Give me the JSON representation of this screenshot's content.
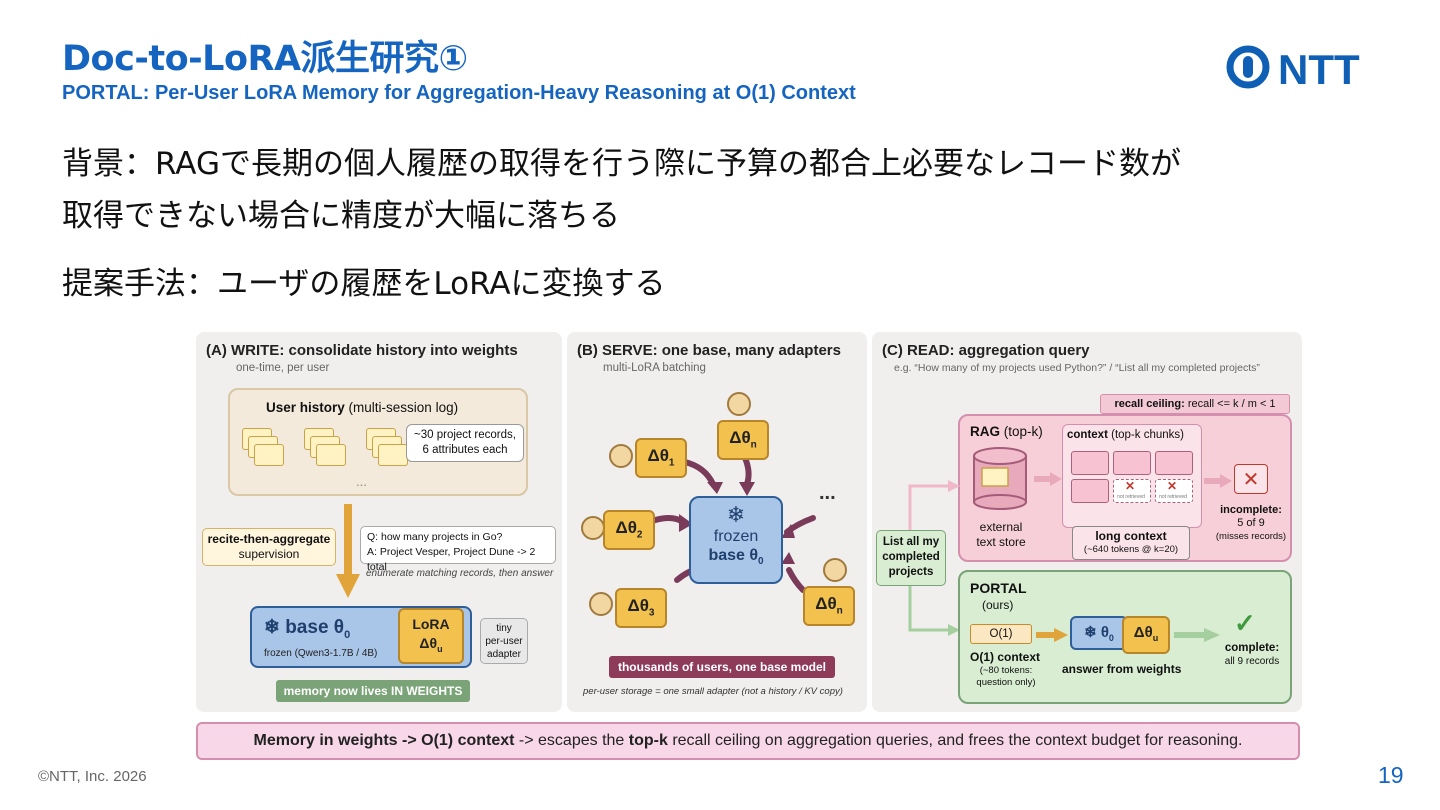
{
  "slide": {
    "title": "Doc-to-LoRA派生研究①",
    "subtitle": "PORTAL: Per-User LoRA Memory for Aggregation-Heavy Reasoning at O(1) Context",
    "background_line1": "背景：RAGで長期の個人履歴の取得を行う際に予算の都合上必要なレコード数が",
    "background_line2": "取得できない場合に精度が大幅に落ちる",
    "proposal": "提案手法：ユーザの履歴をLoRAに変換する",
    "logo_text": "NTT",
    "footer": "©NTT, Inc.  2026",
    "page_number": "19"
  },
  "figure": {
    "panel_a": {
      "title": "(A) WRITE: consolidate history into weights",
      "sub": "one-time, per user",
      "history_label": "User history",
      "history_note": "(multi-session log)",
      "records_line1": "~30 project records,",
      "records_line2": "6 attributes each",
      "dots": "...",
      "supervision_title": "recite-then-aggregate",
      "supervision_sub": "supervision",
      "qa_q": "Q: how many projects in Go?",
      "qa_a": "A: Project Vesper, Project Dune -> 2 total",
      "enumerate_note": "enumerate matching records, then answer",
      "base_label": "base θ",
      "base_sub": "0",
      "base_frozen": "frozen (Qwen3-1.7B / 4B)",
      "lora_line1": "LoRA",
      "lora_line2": "Δθ",
      "lora_sub": "u",
      "tiny_line1": "tiny",
      "tiny_line2": "per-user",
      "tiny_line3": "adapter",
      "memory_banner": "memory now lives IN WEIGHTS"
    },
    "panel_b": {
      "title": "(B) SERVE: one base, many adapters",
      "sub": "multi-LoRA batching",
      "frozen_line1": "frozen",
      "frozen_line2": "base θ",
      "frozen_sub": "0",
      "adapter_1": "Δθ",
      "adapter_1_sub": "1",
      "adapter_2": "Δθ",
      "adapter_2_sub": "2",
      "adapter_3": "Δθ",
      "adapter_3_sub": "3",
      "adapter_n_top": "Δθ",
      "adapter_n_top_sub": "n",
      "adapter_n_bottom": "Δθ",
      "adapter_n_bottom_sub": "n",
      "dots": "...",
      "banner": "thousands of users, one base model",
      "storage_note": "per-user storage = one small adapter (not a history / KV copy)"
    },
    "panel_c": {
      "title": "(C) READ: aggregation query",
      "sub": "e.g. “How many of my projects used Python?” / “List all my completed projects”",
      "recall_ceiling_bold": "recall ceiling:",
      "recall_ceiling_rest": "recall <= k / m < 1",
      "rag_title": "RAG",
      "rag_note": "(top-k)",
      "store_line1": "external",
      "store_line2": "text store",
      "context_title": "context",
      "context_note": "(top-k chunks)",
      "not_retrieved": "not retrieved",
      "long_context": "long context",
      "long_context_note": "(~640 tokens @ k=20)",
      "incomplete": "incomplete:",
      "incomplete_count": "5 of 9",
      "incomplete_note": "(misses records)",
      "query_line1": "List all my",
      "query_line2": "completed",
      "query_line3": "projects",
      "portal_title": "PORTAL",
      "portal_sub": "(ours)",
      "o1": "O(1)",
      "o1_context": "O(1) context",
      "o1_note_line1": "(~80 tokens:",
      "o1_note_line2": "question only)",
      "theta0": "θ",
      "theta0_sub": "0",
      "thetau": "Δθ",
      "thetau_sub": "u",
      "answer_from_weights": "answer from weights",
      "complete": "complete:",
      "complete_note": "all 9 records"
    },
    "bottom_bar": {
      "part1": "Memory in weights -> O(1) context",
      "part2": " -> escapes the ",
      "part3": "top-k",
      "part4": " recall ceiling on aggregation queries, and frees the context budget for reasoning."
    }
  },
  "colors": {
    "title_blue": "#1565c0",
    "puzzle_yellow": "#f2c14e",
    "frozen_blue": "#a9c6e8",
    "rag_pink": "#f7cfd8",
    "portal_green": "#d8edd2",
    "banner_green": "#7aa377",
    "banner_maroon": "#8e3b5a"
  }
}
